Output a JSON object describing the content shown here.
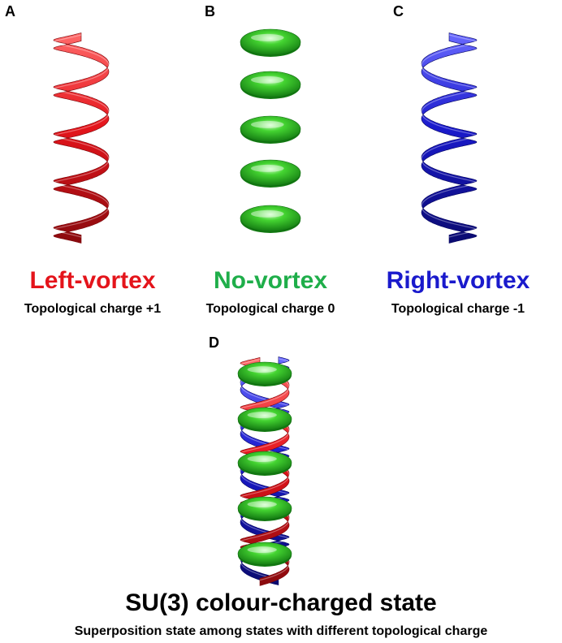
{
  "colors": {
    "red": "#e4141b",
    "green": "#1fae4a",
    "blue": "#1a1acc",
    "black": "#000000"
  },
  "panels": [
    {
      "letter": "A",
      "title": "Left-vortex",
      "subtitle": "Topological charge +1",
      "icon": "left-helix-icon"
    },
    {
      "letter": "B",
      "title": "No-vortex",
      "subtitle": "Topological charge 0",
      "icon": "stacked-discs-icon"
    },
    {
      "letter": "C",
      "title": "Right-vortex",
      "subtitle": "Topological charge -1",
      "icon": "right-helix-icon"
    }
  ],
  "combined": {
    "letter": "D",
    "title": "SU(3) colour-charged state",
    "subtitle": "Superposition state among states with different topological charge",
    "icon": "superposed-helix-icon"
  }
}
